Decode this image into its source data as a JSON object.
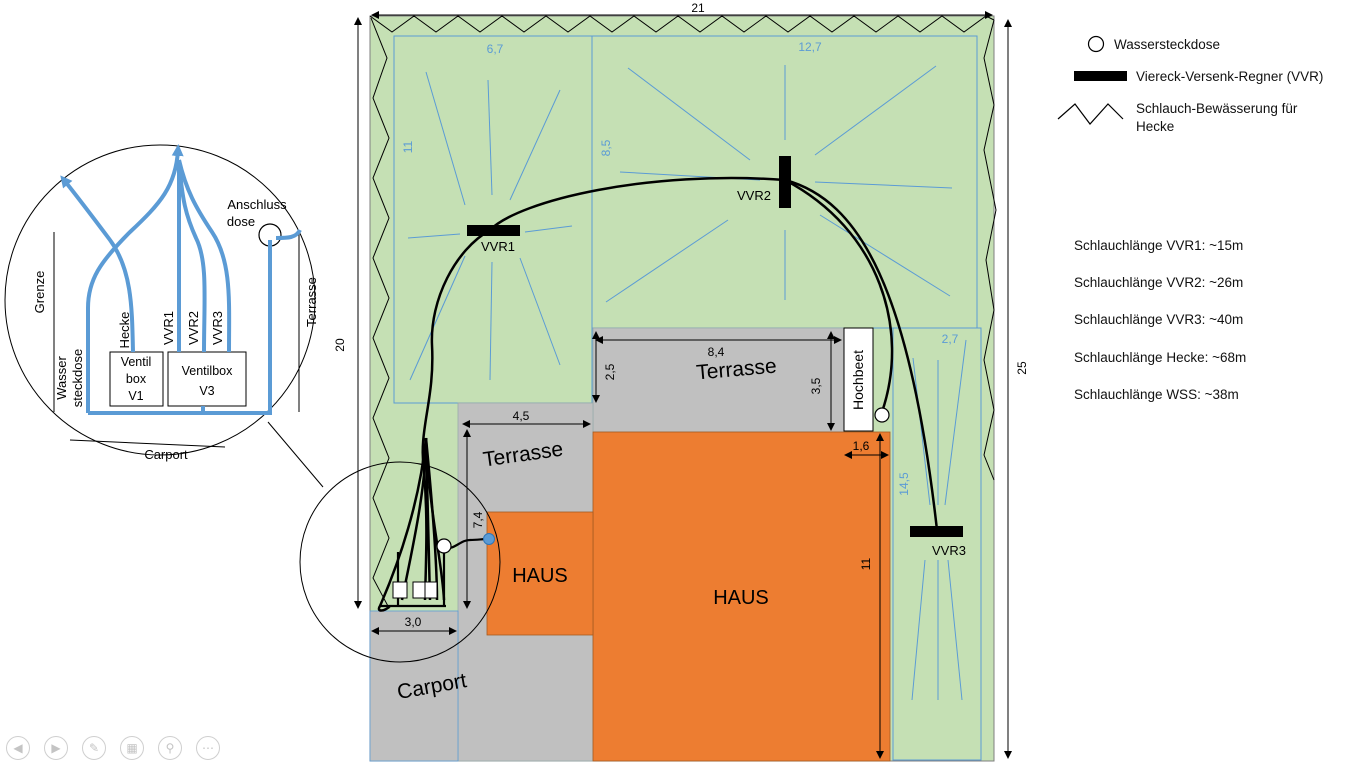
{
  "colors": {
    "lawn": "#c5e0b4",
    "house": "#ed7d31",
    "paving": "#c0c0c0",
    "water": "#5b9bd5",
    "hose": "#000000"
  },
  "plan": {
    "dim_top": "21",
    "dim_left": "20",
    "dim_right": "25",
    "zones": {
      "z1_width": "6,7",
      "z1_height": "11",
      "z2_width": "12,7",
      "z2_height": "8,5",
      "z3_width": "2,7",
      "z3_height": "14,5"
    },
    "dims": {
      "terrasse_top_width": "8,4",
      "terrasse_top_depth": "2,5",
      "terrasse_right_depth": "3,5",
      "terrasse_left_width": "4,5",
      "terrasse_left_depth": "7,4",
      "hochbeet_gap": "1,6",
      "house_height": "11",
      "carport_width": "3,0"
    },
    "areas": {
      "terrasse_top": "Terrasse",
      "terrasse_left": "Terrasse",
      "haus_small": "HAUS",
      "haus_main": "HAUS",
      "hochbeet": "Hochbeet",
      "carport": "Carport"
    },
    "sprinklers": {
      "vvr1": "VVR1",
      "vvr2": "VVR2",
      "vvr3": "VVR3"
    }
  },
  "inset": {
    "grenze": "Grenze",
    "terrasse": "Terrasse",
    "wasser": "Wasser",
    "steckdose": "steckdose",
    "anschluss_1": "Anschluss",
    "anschluss_2": "dose",
    "hecke": "Hecke",
    "vvr1": "VVR1",
    "vvr2": "VVR2",
    "vvr3": "VVR3",
    "box1_line1": "Ventil",
    "box1_line2": "box",
    "box1_line3": "V1",
    "box2_line1": "Ventilbox",
    "box2_line2": "V3",
    "carport": "Carport"
  },
  "legend": {
    "wassersteckdose": "Wassersteckdose",
    "vvr": "Viereck-Versenk-Regner (VVR)",
    "hecke_1": "Schlauch-Bewässerung für",
    "hecke_2": "Hecke"
  },
  "hose_lengths": [
    "Schlauchlänge VVR1: ~15m",
    "Schlauchlänge VVR2: ~26m",
    "Schlauchlänge VVR3: ~40m",
    "Schlauchlänge Hecke: ~68m",
    "Schlauchlänge WSS: ~38m"
  ],
  "toolbar": {
    "prev_icon": "arrow-left-icon",
    "next_icon": "arrow-right-icon",
    "pen_icon": "pen-icon",
    "slides_icon": "slides-icon",
    "zoom_icon": "zoom-icon",
    "more_icon": "more-icon"
  }
}
